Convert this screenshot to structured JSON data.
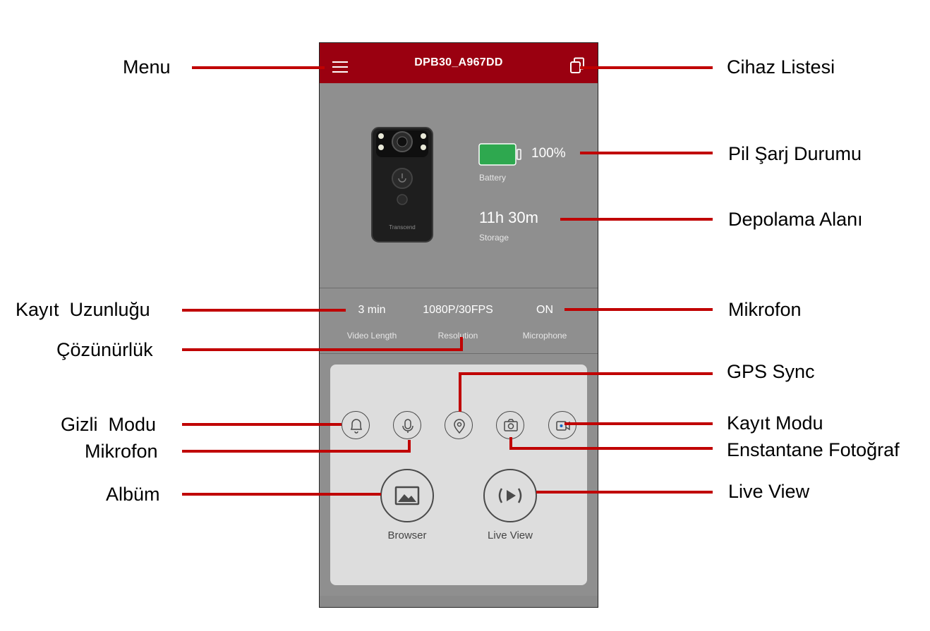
{
  "header": {
    "device_name": "DPB30_A967DD"
  },
  "status": {
    "battery": {
      "value": "100%",
      "label": "Battery",
      "level": 1.0,
      "color": "#2ea84f"
    },
    "storage": {
      "value": "11h 30m",
      "label": "Storage"
    }
  },
  "settings": [
    {
      "value": "3 min",
      "label": "Video Length"
    },
    {
      "value": "1080P/30FPS",
      "label": "Resolution"
    },
    {
      "value": "ON",
      "label": "Microphone"
    }
  ],
  "quick_buttons": [
    {
      "icon": "bell-icon"
    },
    {
      "icon": "microphone-icon"
    },
    {
      "icon": "location-pin-icon"
    },
    {
      "icon": "camera-icon"
    },
    {
      "icon": "video-record-icon"
    }
  ],
  "main_buttons": {
    "browser": {
      "label": "Browser",
      "icon": "image-gallery-icon"
    },
    "live_view": {
      "label": "Live View",
      "icon": "broadcast-play-icon"
    }
  },
  "camera_brand": "Transcend",
  "annotations": {
    "menu": "Menu",
    "device_list": "Cihaz Listesi",
    "battery": "Pil Şarj Durumu",
    "storage": "Depolama Alanı",
    "video_length": "Kayıt  Uzunluğu",
    "microphone_setting": "Mikrofon",
    "resolution": "Çözünürlük",
    "gps_sync": "GPS Sync",
    "stealth_mode": "Gizli  Modu",
    "record_mode": "Kayıt Modu",
    "microphone_button": "Mikrofon",
    "snapshot": "Enstantane Fotoğraf",
    "album": "Albüm",
    "live_view": "Live View"
  },
  "colors": {
    "header": "#9a0010",
    "background": "#8f8f8f",
    "panel": "#dddddd",
    "leader": "#c00000"
  }
}
